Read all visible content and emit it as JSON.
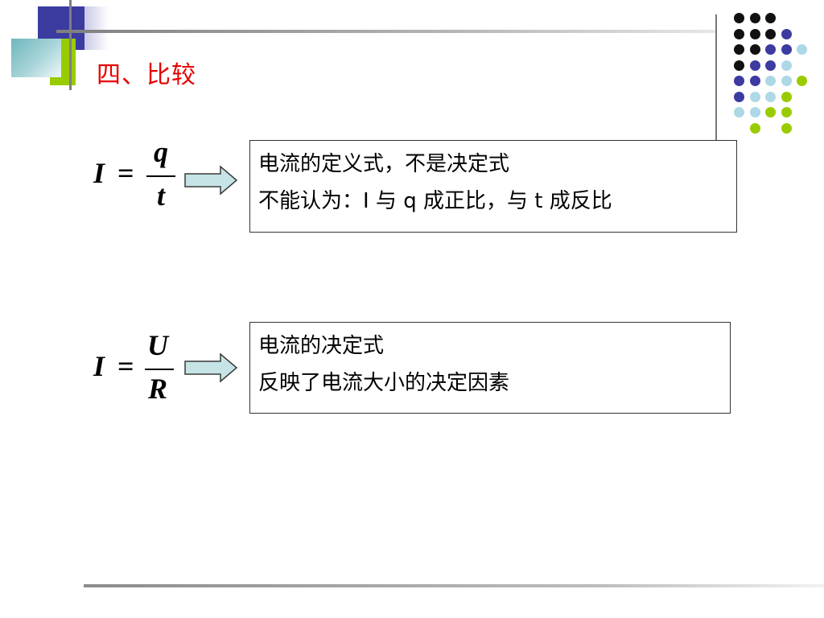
{
  "slide": {
    "title": "四、比较"
  },
  "formula1": {
    "lhs": "I",
    "equals": "=",
    "numerator": "q",
    "denominator": "t"
  },
  "box1": {
    "line1": "电流的定义式，不是决定式",
    "line2": "不能认为：I 与 q 成正比，与 t 成反比"
  },
  "formula2": {
    "lhs": "I",
    "equals": "=",
    "numerator": "U",
    "denominator": "R"
  },
  "box2": {
    "line1": "电流的决定式",
    "line2": "反映了电流大小的决定因素"
  },
  "colors": {
    "title": "#e60000",
    "dark_blue": "#3b3ba0",
    "green": "#99cc00",
    "light_blue": "#add8e6",
    "arrow_fill": "#c6e4e6"
  },
  "decoration": {
    "dot_grid": [
      [
        "black",
        "black",
        "black",
        "none"
      ],
      [
        "black",
        "black",
        "black",
        "blue",
        "none"
      ],
      [
        "black",
        "black",
        "blue",
        "blue",
        "lightblue"
      ],
      [
        "black",
        "blue",
        "blue",
        "lightblue",
        "none"
      ],
      [
        "blue",
        "blue",
        "lightblue",
        "lightblue",
        "green"
      ],
      [
        "blue",
        "lightblue",
        "lightblue",
        "green",
        "none"
      ],
      [
        "lightblue",
        "lightblue",
        "green",
        "green",
        "none"
      ],
      [
        "none",
        "green",
        "none",
        "green",
        "none"
      ]
    ]
  }
}
